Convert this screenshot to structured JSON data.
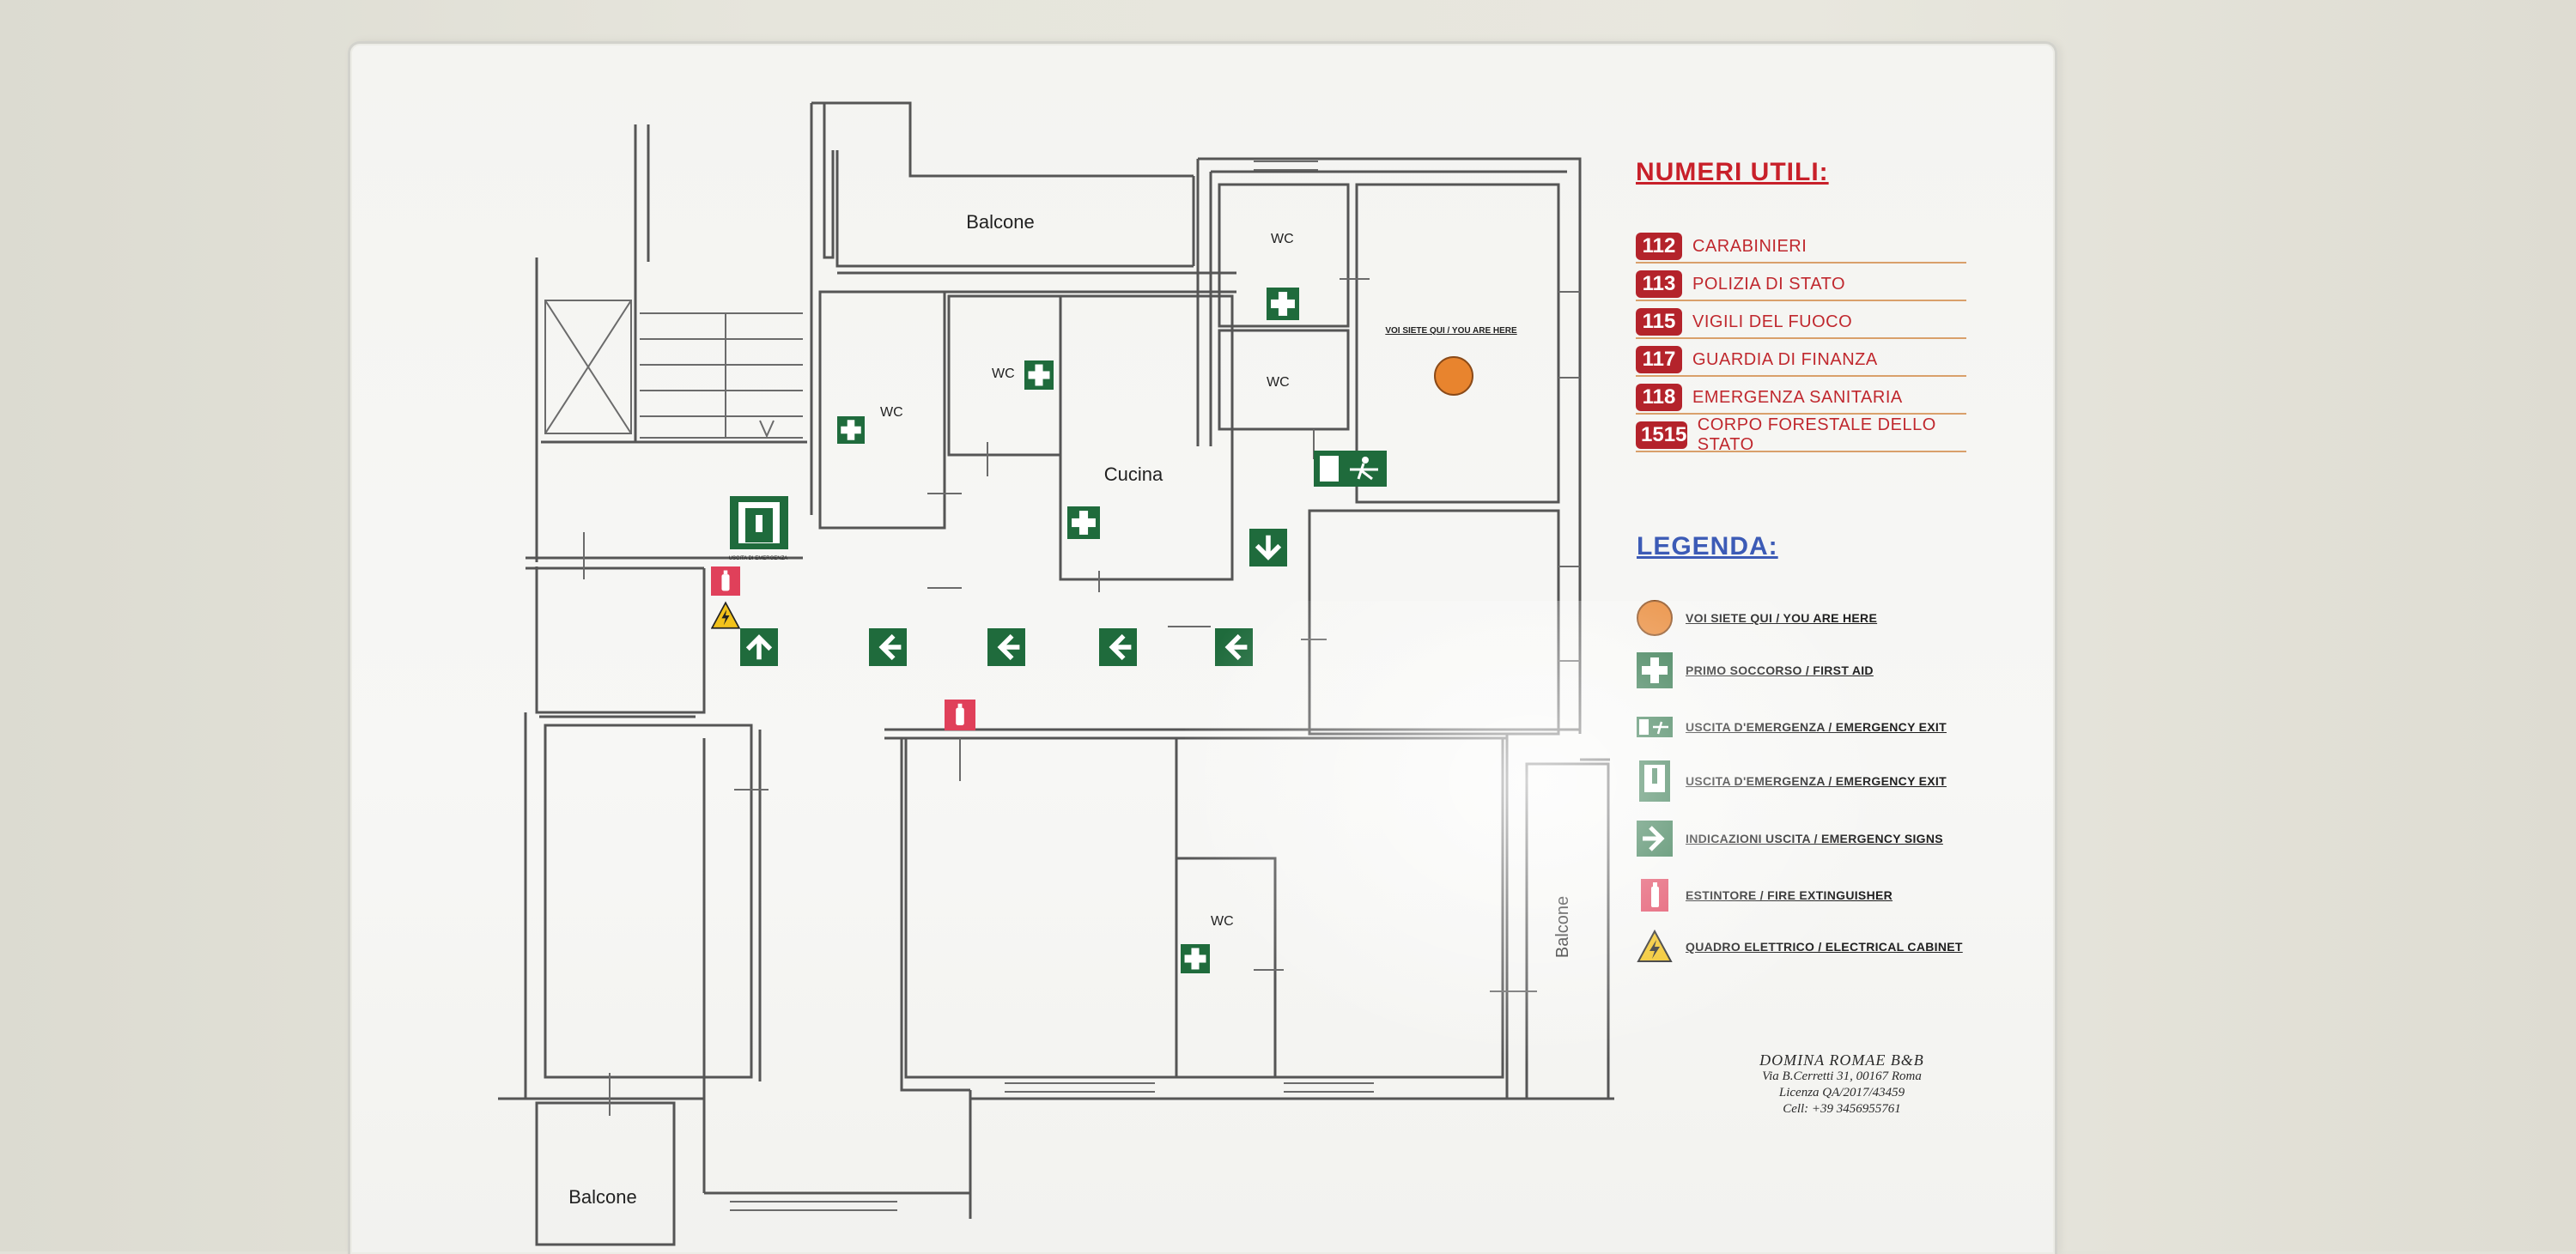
{
  "rooms": {
    "balcone_top": "Balcone",
    "balcone_right": "Balcone",
    "balcone_bottom": "Balcone",
    "cucina": "Cucina",
    "wc_labels": [
      "WC",
      "WC",
      "WC",
      "WC",
      "WC"
    ],
    "you_are_here": "VOI SIETE QUI / YOU ARE HERE",
    "exit_sign_caption": "USCITA DI EMERGENZA"
  },
  "numbers": {
    "title": "NUMERI UTILI:",
    "items": [
      {
        "code": "112",
        "name": "CARABINIERI"
      },
      {
        "code": "113",
        "name": "POLIZIA DI STATO"
      },
      {
        "code": "115",
        "name": "VIGILI DEL FUOCO"
      },
      {
        "code": "117",
        "name": "GUARDIA DI FINANZA"
      },
      {
        "code": "118",
        "name": "EMERGENZA SANITARIA"
      },
      {
        "code": "1515",
        "name": "CORPO FORESTALE DELLO STATO"
      }
    ]
  },
  "legend": {
    "title": "LEGENDA:",
    "items": [
      {
        "icon": "orange-dot-icon",
        "label": "VOI SIETE QUI / YOU ARE HERE"
      },
      {
        "icon": "first-aid-cross-icon",
        "label": "PRIMO SOCCORSO / FIRST AID"
      },
      {
        "icon": "emergency-exit-running-icon",
        "label": "USCITA D'EMERGENZA / EMERGENCY EXIT"
      },
      {
        "icon": "emergency-exit-door-icon",
        "label": "USCITA D'EMERGENZA / EMERGENCY EXIT"
      },
      {
        "icon": "direction-arrow-icon",
        "label": "INDICAZIONI USCITA / EMERGENCY SIGNS"
      },
      {
        "icon": "fire-extinguisher-icon",
        "label": "ESTINTORE / FIRE EXTINGUISHER"
      },
      {
        "icon": "electrical-warning-icon",
        "label": "QUADRO ELETTRICO / ELECTRICAL CABINET"
      }
    ]
  },
  "address": {
    "name": "DOMINA ROMAE B&B",
    "street": "Via B.Cerretti 31, 00167 Roma",
    "license": "Licenza QA/2017/43459",
    "phone": "Cell: +39 3456955761"
  },
  "colors": {
    "sign_green": "#1f6b3c",
    "extinguisher_red": "#e0405a",
    "you_are_here": "#e8842e",
    "numbers_red": "#c8202a",
    "legend_blue": "#3c5bb6",
    "warning_yellow": "#f2c21b"
  }
}
